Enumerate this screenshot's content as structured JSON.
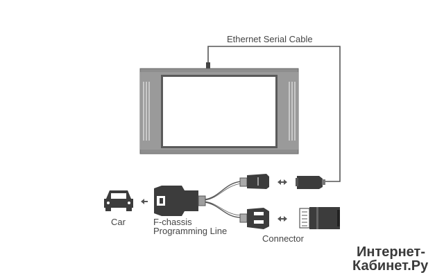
{
  "labels": {
    "cable": "Ethernet Serial Cable",
    "car": "Car",
    "chassis_line1": "F-chassis",
    "chassis_line2": "Programming Line",
    "connector": "Connector"
  },
  "watermark": {
    "line1": "Интернет-",
    "line2": "Кабинет.Ру"
  },
  "colors": {
    "stroke": "#555555",
    "tablet_frame": "#8e8e8e",
    "tablet_screen": "#ffffff",
    "connector_dark": "#3c3c3c",
    "arrow": "#555555"
  },
  "icons": [
    "car-icon",
    "obd-plug-icon",
    "rj45-plug-icon",
    "double-arrow-icon",
    "back-arrow-icon"
  ]
}
